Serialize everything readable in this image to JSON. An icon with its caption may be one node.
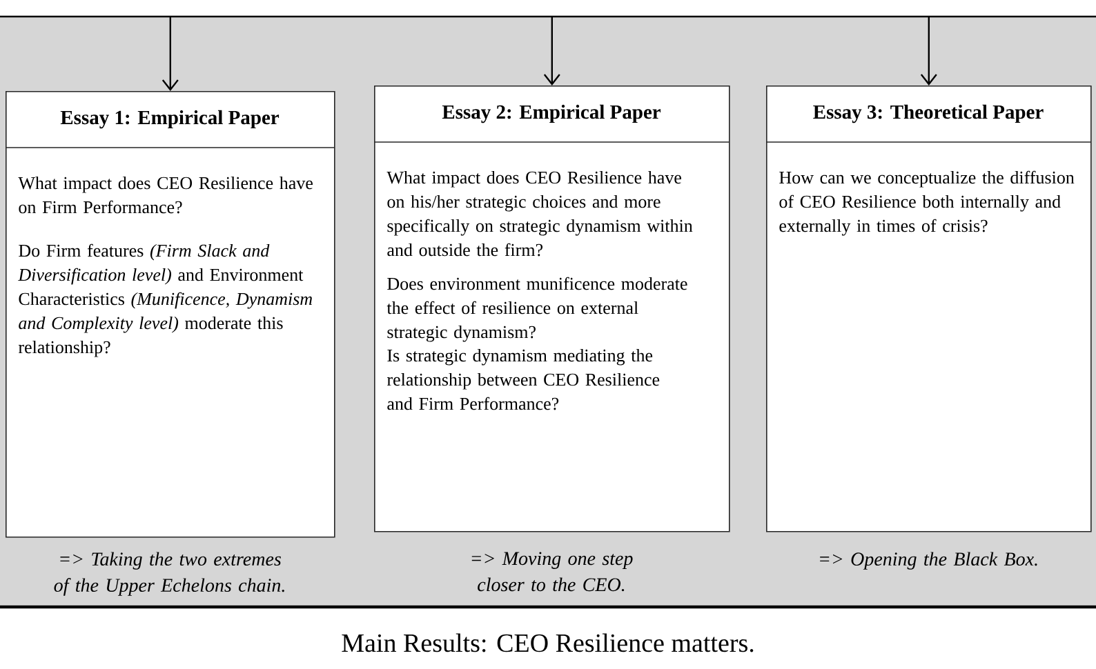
{
  "diagram": {
    "caption": "Main Results: CEO Resilience matters.",
    "nodes": [
      {
        "text": [
          "Essay 1: Empirical Paper",
          "What impact does CEO Resilience have on Firm Performance?",
          "Do Firm features *(Firm Slack and Diversification level)* and Environment Characteristics *(Munificence, Dynamism and Complexity level)* moderate this relationship?"
        ],
        "beside": [
          "=> Taking the two extremes of the Upper Echelons chain."
        ]
      },
      {
        "text": [
          "Essay 2: Empirical Paper",
          "What impact does CEO Resilience have on his/her strategic choices and more specifically on strategic dynamism within and outside the firm?",
          "Does environment munificence moderate the effect of resilience on external strategic dynamism?",
          "Is strategic dynamism mediating the relationship between CEO Resilience and Firm Performance?"
        ],
        "beside": [
          "=> Moving one step closer to the CEO."
        ]
      },
      {
        "text": [
          "Essay 3: Theoretical Paper",
          "How can we conceptualize the diffusion of CEO Resilience both internally and externally in times of crisis?"
        ],
        "beside": [
          "=> Opening the Black Box."
        ]
      }
    ],
    "edges": [
      {
        "from": null,
        "to": 0,
        "arrow": "to"
      },
      {
        "from": null,
        "to": 1,
        "arrow": "to"
      },
      {
        "from": null,
        "to": 2,
        "arrow": "to"
      }
    ]
  }
}
